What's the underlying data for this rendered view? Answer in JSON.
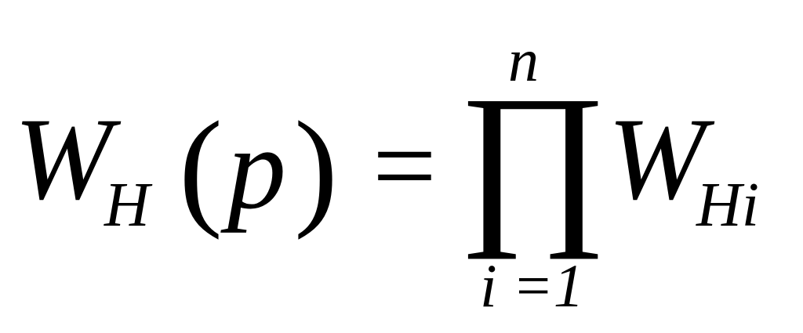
{
  "formula": {
    "lhs_symbol": "W",
    "lhs_subscript": "H",
    "open_paren": "(",
    "argument": "p",
    "close_paren": ")",
    "equals": "=",
    "operator": "∏",
    "upper_limit": "n",
    "lower_limit": "i =1",
    "rhs_symbol": "W",
    "rhs_subscript": "Hi"
  }
}
